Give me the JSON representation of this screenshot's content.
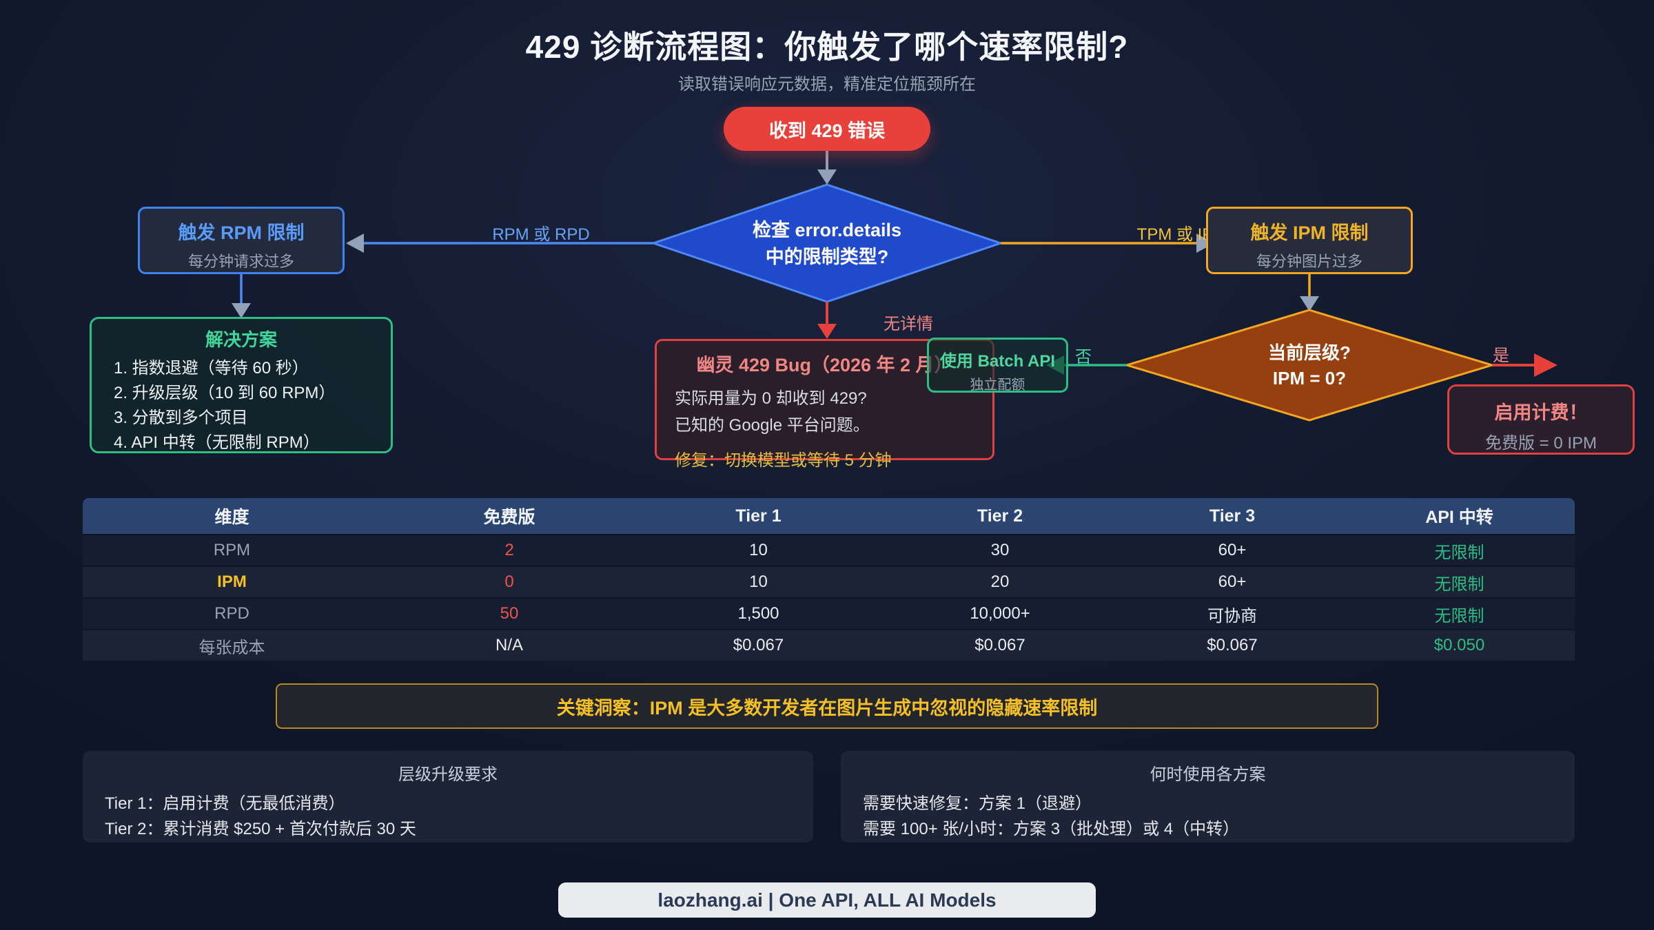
{
  "page": {
    "title": "429 诊断流程图：你触发了哪个速率限制?",
    "subtitle": "读取错误响应元数据，精准定位瓶颈所在",
    "footer": "laozhang.ai | One API, ALL AI Models"
  },
  "colors": {
    "red": "#e8413c",
    "blue": "#4f87f5",
    "orange": "#f5a623",
    "green": "#2ebd85",
    "yellow": "#f4c025",
    "pink": "#f08784"
  },
  "flowchart": {
    "start": "收到 429 错误",
    "decision_main": {
      "line1": "检查 error.details",
      "line2": "中的限制类型?"
    },
    "decision_tier": {
      "line1": "当前层级?",
      "line2": "IPM = 0?"
    },
    "edges": {
      "left": "RPM 或 RPD",
      "right": "TPM 或 IPM",
      "down": "无详情",
      "no": "否",
      "yes": "是"
    },
    "rpm_limit": {
      "title": "触发 RPM 限制",
      "subtitle": "每分钟请求过多"
    },
    "ipm_limit": {
      "title": "触发 IPM 限制",
      "subtitle": "每分钟图片过多"
    },
    "solutions": {
      "title": "解决方案",
      "items": [
        "1. 指数退避（等待 60 秒）",
        "2. 升级层级（10 到 60 RPM）",
        "3. 分散到多个项目",
        "4. API 中转（无限制 RPM）"
      ]
    },
    "ghost_bug": {
      "title": "幽灵 429 Bug（2026 年 2 月）",
      "line1": "实际用量为 0 却收到 429?",
      "line2": "已知的 Google 平台问题。",
      "fix": "修复：切换模型或等待 5 分钟"
    },
    "batch_api": {
      "title": "使用 Batch API",
      "subtitle": "独立配额"
    },
    "enable_billing": {
      "title": "启用计费！",
      "subtitle": "免费版 = 0 IPM"
    }
  },
  "table": {
    "headers": [
      "维度",
      "免费版",
      "Tier 1",
      "Tier 2",
      "Tier 3",
      "API 中转"
    ],
    "rows": [
      {
        "label": {
          "text": "RPM",
          "style": "dim"
        },
        "cells": [
          {
            "text": "2",
            "style": "red"
          },
          {
            "text": "10",
            "style": "white"
          },
          {
            "text": "30",
            "style": "white"
          },
          {
            "text": "60+",
            "style": "white"
          },
          {
            "text": "无限制",
            "style": "green"
          }
        ]
      },
      {
        "label": {
          "text": "IPM",
          "style": "yellow"
        },
        "cells": [
          {
            "text": "0",
            "style": "red"
          },
          {
            "text": "10",
            "style": "white"
          },
          {
            "text": "20",
            "style": "white"
          },
          {
            "text": "60+",
            "style": "white"
          },
          {
            "text": "无限制",
            "style": "green"
          }
        ]
      },
      {
        "label": {
          "text": "RPD",
          "style": "dim"
        },
        "cells": [
          {
            "text": "50",
            "style": "red"
          },
          {
            "text": "1,500",
            "style": "white"
          },
          {
            "text": "10,000+",
            "style": "white"
          },
          {
            "text": "可协商",
            "style": "white"
          },
          {
            "text": "无限制",
            "style": "green"
          }
        ]
      },
      {
        "label": {
          "text": "每张成本",
          "style": "dim"
        },
        "cells": [
          {
            "text": "N/A",
            "style": "white"
          },
          {
            "text": "$0.067",
            "style": "white"
          },
          {
            "text": "$0.067",
            "style": "white"
          },
          {
            "text": "$0.067",
            "style": "white"
          },
          {
            "text": "$0.050",
            "style": "green"
          }
        ]
      }
    ]
  },
  "insight": "关键洞察：IPM 是大多数开发者在图片生成中忽视的隐藏速率限制",
  "tier_requirements": {
    "title": "层级升级要求",
    "lines": [
      "Tier 1：启用计费（无最低消费）",
      "Tier 2：累计消费 $250 + 首次付款后 30 天"
    ]
  },
  "when_to_use": {
    "title": "何时使用各方案",
    "lines": [
      "需要快速修复：方案 1（退避）",
      "需要 100+ 张/小时：方案 3（批处理）或 4（中转）"
    ]
  }
}
